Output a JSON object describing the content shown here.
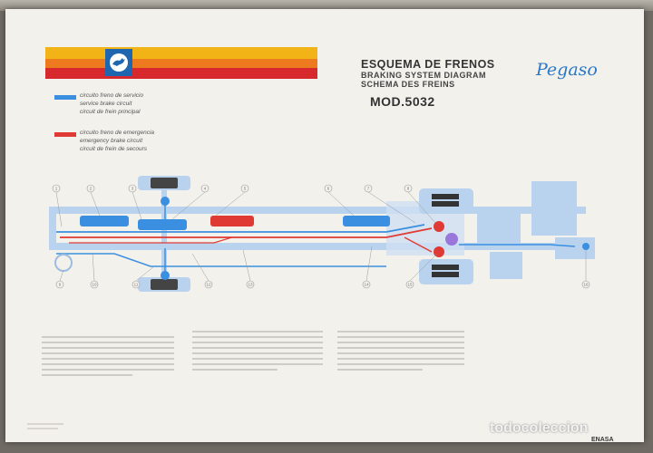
{
  "title": {
    "main": "ESQUEMA DE FRENOS",
    "english": "BRAKING SYSTEM DIAGRAM",
    "french": "SCHEMA DES FREINS",
    "model": "MOD.5032"
  },
  "brand": "Pegaso",
  "legend": {
    "service": {
      "color": "#3b8fe0",
      "lines": [
        "circuito freno de servicio",
        "service brake circuit",
        "circuit de frein principal"
      ]
    },
    "emergency": {
      "color": "#e03a34",
      "lines": [
        "circuito freno de emergencia",
        "emergency brake circuit",
        "circuit de frein de secours"
      ]
    }
  },
  "diagram": {
    "callouts_top": [
      "1",
      "2",
      "3",
      "4",
      "5",
      "6",
      "7",
      "8"
    ],
    "callouts_bottom": [
      "9",
      "10",
      "11",
      "12",
      "13",
      "14",
      "15",
      "16"
    ]
  },
  "colors": {
    "chassis": "#b9d3ee",
    "service_line": "#3b8fe0",
    "emergency_line": "#e03a34",
    "poster": "#f3f1ec"
  },
  "footer": {
    "publisher": "ENASA",
    "watermark": "todocoleccion"
  }
}
